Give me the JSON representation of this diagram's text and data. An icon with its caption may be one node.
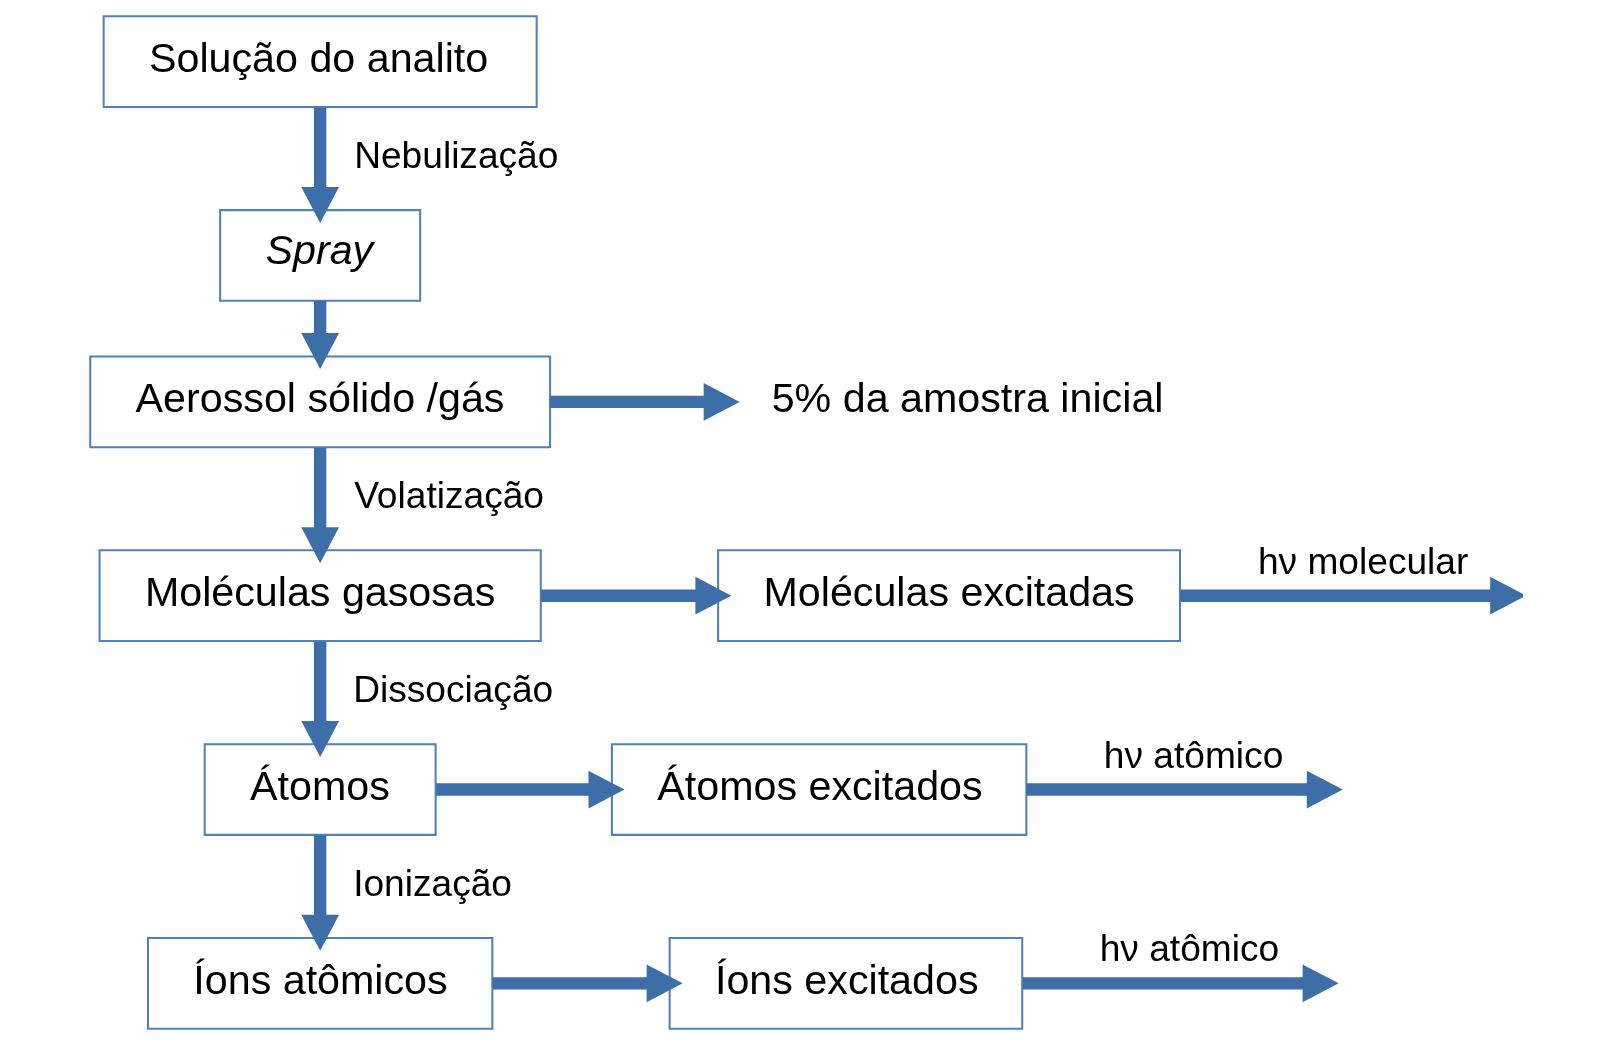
{
  "diagram": {
    "nodes": [
      {
        "text": [
          "Solução do analito"
        ]
      },
      {
        "text": [
          "Spray"
        ]
      },
      {
        "text": [
          "Aerossol sólido /gás"
        ]
      },
      {
        "text": [
          "Moléculas gasosas"
        ]
      },
      {
        "text": [
          "Moléculas excitadas"
        ]
      },
      {
        "text": [
          "Átomos"
        ]
      },
      {
        "text": [
          "Átomos excitados"
        ]
      },
      {
        "text": [
          "Íons atômicos"
        ]
      },
      {
        "text": [
          "Íons excitados"
        ]
      },
      {
        "text": [
          "5% da amostra inicial"
        ]
      }
    ],
    "edges": [
      {
        "from": 0,
        "to": 1,
        "arrow": "to",
        "label": "Nebulização"
      },
      {
        "from": 1,
        "to": 2,
        "arrow": "to"
      },
      {
        "from": 2,
        "to": 9,
        "arrow": "to"
      },
      {
        "from": 2,
        "to": 3,
        "arrow": "to",
        "label": "Volatização"
      },
      {
        "from": 3,
        "to": 4,
        "arrow": "to"
      },
      {
        "from": 4,
        "to": null,
        "arrow": "to",
        "label": "hν molecular"
      },
      {
        "from": 3,
        "to": 5,
        "arrow": "to",
        "label": "Dissociação"
      },
      {
        "from": 5,
        "to": 6,
        "arrow": "to"
      },
      {
        "from": 6,
        "to": null,
        "arrow": "to",
        "label": "hν atômico"
      },
      {
        "from": 5,
        "to": 7,
        "arrow": "to",
        "label": "Ionização"
      },
      {
        "from": 7,
        "to": 8,
        "arrow": "to"
      },
      {
        "from": 8,
        "to": null,
        "arrow": "to",
        "label": "hν atômico"
      }
    ]
  }
}
